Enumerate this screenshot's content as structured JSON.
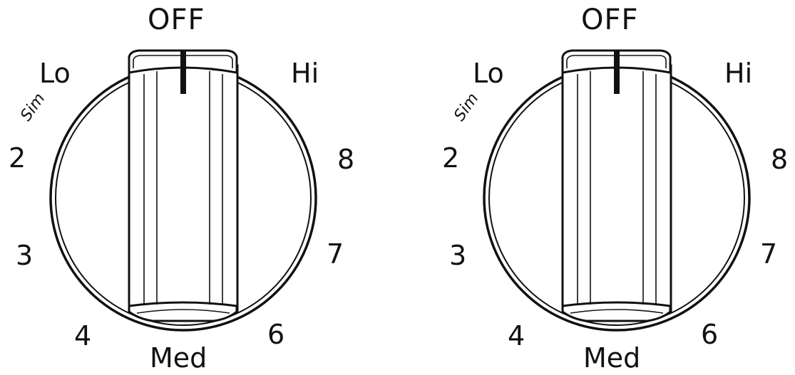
{
  "knobs": [
    {
      "off": "OFF",
      "lo": "Lo",
      "hi": "Hi",
      "sim": "Sim",
      "n2": "2",
      "n3": "3",
      "n4": "4",
      "med": "Med",
      "n6": "6",
      "n7": "7",
      "n8": "8"
    },
    {
      "off": "OFF",
      "lo": "Lo",
      "hi": "Hi",
      "sim": "Sim",
      "n2": "2",
      "n3": "3",
      "n4": "4",
      "med": "Med",
      "n6": "6",
      "n7": "7",
      "n8": "8"
    }
  ],
  "colors": {
    "stroke": "#111111",
    "background": "#ffffff"
  }
}
